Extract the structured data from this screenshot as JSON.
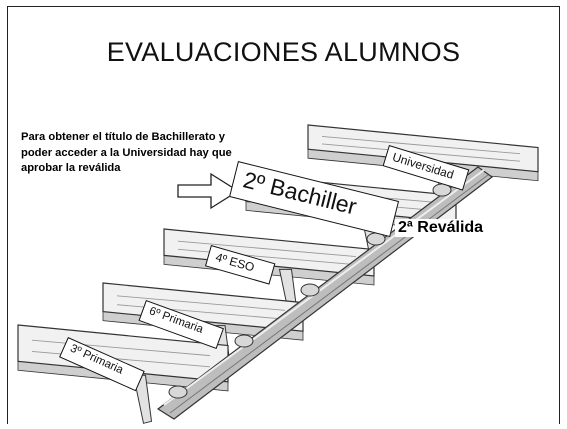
{
  "slide": {
    "title": "EVALUACIONES ALUMNOS",
    "note": "Para obtener el título de Bachillerato y poder acceder a la Universidad hay que aprobar la reválida"
  },
  "stairs": {
    "steps": [
      {
        "label": "Universidad"
      },
      {
        "label": "2º Bachiller"
      },
      {
        "label": "4º ESO"
      },
      {
        "label": "6º Primaria"
      },
      {
        "label": "3º Primaria"
      }
    ],
    "revalida_label": "2ª Reválida"
  },
  "colors": {
    "line": "#333333",
    "tread_fill": "#f1f1f1",
    "shadow": "#cfcfcf",
    "rail": "#9a9a9a",
    "background": "#ffffff"
  },
  "icons": {
    "pointer": "arrow-right-icon"
  }
}
